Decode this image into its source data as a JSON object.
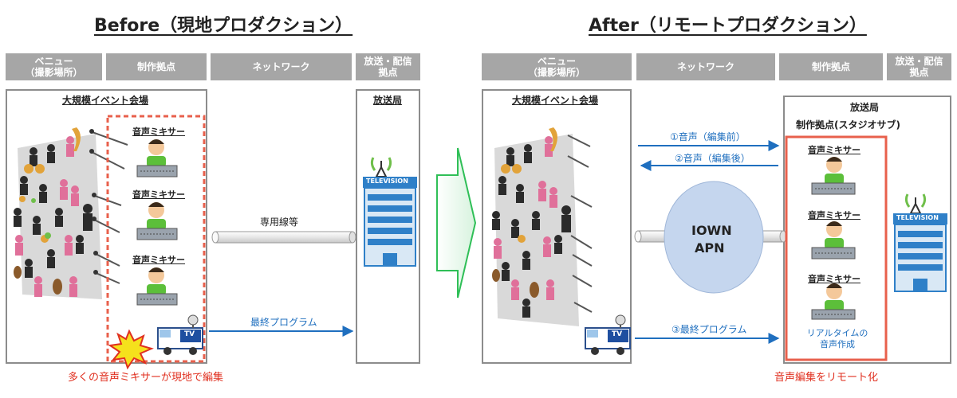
{
  "before": {
    "title": "Before（現地プロダクション）",
    "headers": [
      "ベニュー\n（撮影場所）",
      "制作拠点",
      "ネットワーク",
      "放送・配信\n拠点"
    ],
    "venue_label": "大規模イベント会場",
    "mixer_label": "音声ミキサー",
    "broadcast_label": "放送局",
    "line_label": "専用線等",
    "final_program": "最終プログラム",
    "caption": "多くの音声ミキサーが現地で編集"
  },
  "after": {
    "title": "After（リモートプロダクション）",
    "headers": [
      "ベニュー\n（撮影場所）",
      "ネットワーク",
      "制作拠点",
      "放送・配信\n拠点"
    ],
    "venue_label": "大規模イベント会場",
    "broadcast_label": "放送局",
    "studio_label": "制作拠点(スタジオサブ)",
    "mixer_label": "音声ミキサー",
    "audio_pre": "①音声（編集前）",
    "audio_post": "②音声（編集後）",
    "final_program": "③最終プログラム",
    "iown": "IOWN",
    "apn": "APN",
    "realtime": "リアルタイムの\n音声作成",
    "caption": "音声編集をリモート化"
  },
  "tv_building_text": "TELEVISION",
  "van_text": "TV",
  "colors": {
    "header": "#a6a6a6",
    "red": "#e8604c",
    "blue": "#1f6fbf",
    "cloud": "#c5d6ee",
    "arrow_green": "#2fbf57",
    "crowd_bg": "#d9d9d9"
  }
}
